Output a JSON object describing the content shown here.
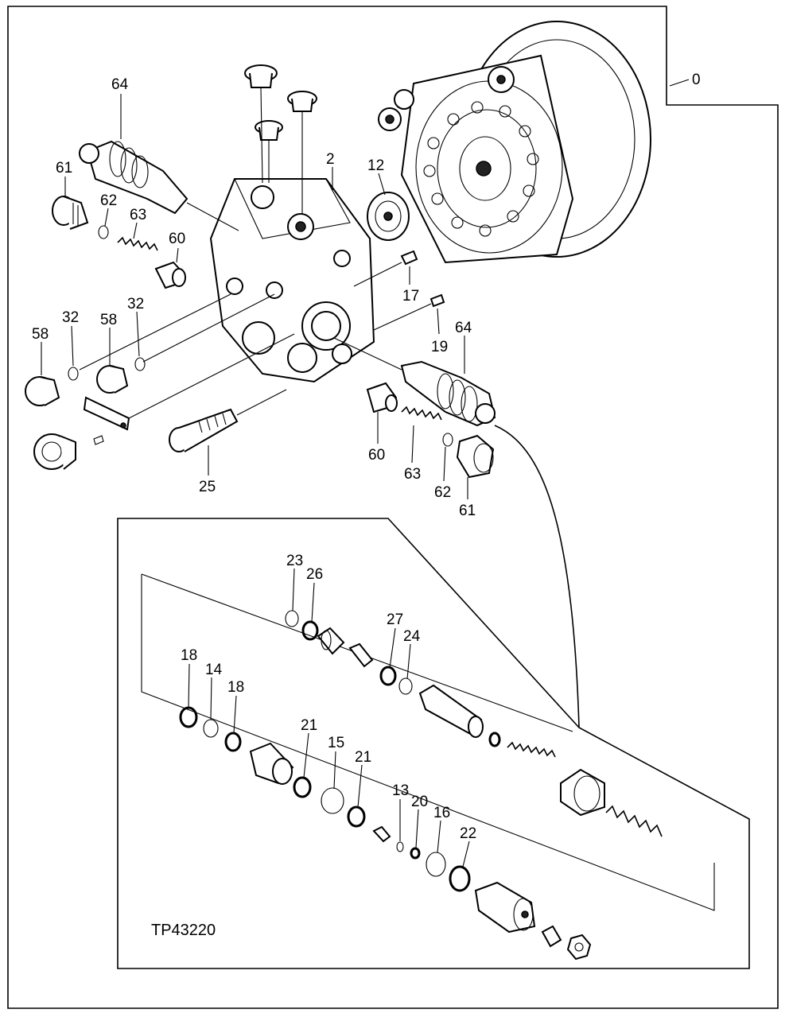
{
  "figure": {
    "reference": "TP43220",
    "labels": {
      "l0": "0",
      "l2": "2",
      "l12": "12",
      "l17": "17",
      "l19": "19",
      "l25": "25",
      "l32a": "32",
      "l32b": "32",
      "l58a": "58",
      "l58b": "58",
      "l60a": "60",
      "l60b": "60",
      "l61a": "61",
      "l61b": "61",
      "l62a": "62",
      "l62b": "62",
      "l63a": "63",
      "l63b": "63",
      "l64a": "64",
      "l64b": "64",
      "l13": "13",
      "l14": "14",
      "l15": "15",
      "l16": "16",
      "l18a": "18",
      "l18b": "18",
      "l20": "20",
      "l21a": "21",
      "l21b": "21",
      "l22": "22",
      "l23": "23",
      "l24": "24",
      "l26": "26",
      "l27": "27"
    }
  }
}
